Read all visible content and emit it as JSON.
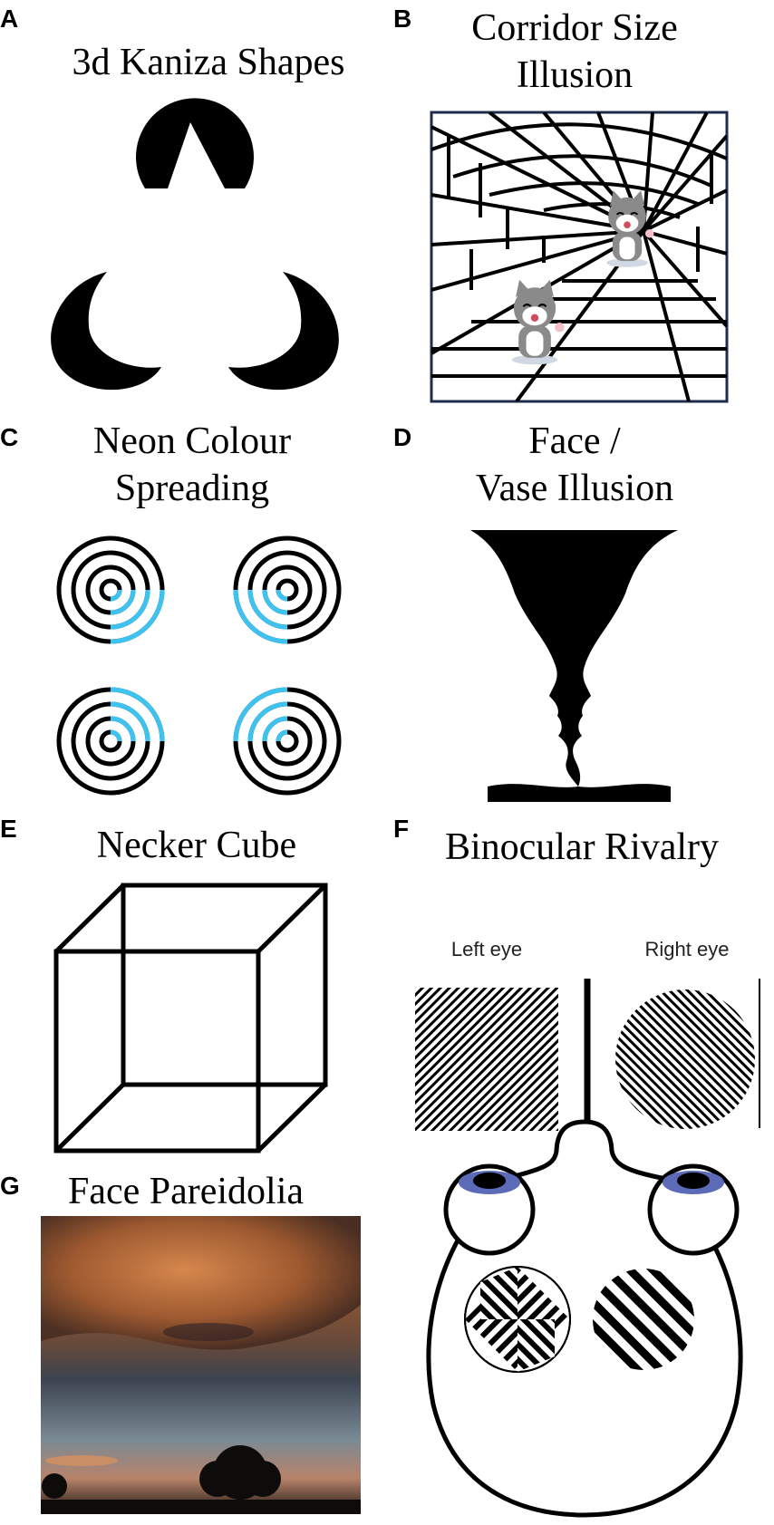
{
  "panels": {
    "a": {
      "letter": "A",
      "title": "3d Kaniza Shapes"
    },
    "b": {
      "letter": "B",
      "title_line1": "Corridor Size",
      "title_line2": "Illusion"
    },
    "c": {
      "letter": "C",
      "title_line1": "Neon Colour",
      "title_line2": "Spreading"
    },
    "d": {
      "letter": "D",
      "title_line1": "Face /",
      "title_line2": "Vase Illusion"
    },
    "e": {
      "letter": "E",
      "title": "Necker Cube"
    },
    "f": {
      "letter": "F",
      "title": "Binocular Rivalry",
      "left_eye_label": "Left eye",
      "right_eye_label": "Right eye"
    },
    "g": {
      "letter": "G",
      "title": "Face Pareidolia"
    }
  },
  "colors": {
    "ink": "#000000",
    "neon_blue": "#3ec2f0",
    "iris_blue": "#5b6bb8",
    "corridor_frame": "#1f2d4d",
    "sky_orange": "#b86a3a"
  },
  "icons": {
    "cat_near": "cartoon-cat-icon",
    "cat_far": "cartoon-cat-icon"
  }
}
